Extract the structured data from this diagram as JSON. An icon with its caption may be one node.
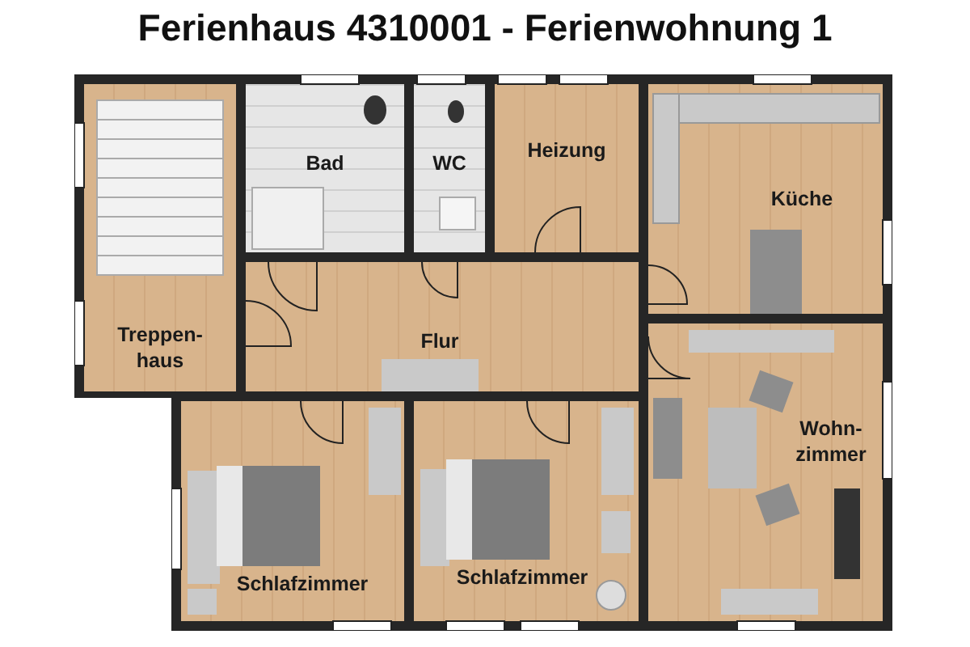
{
  "diagram": {
    "title": "Ferienhaus 4310001 - Ferienwohnung 1",
    "nodes": [
      {
        "text": [
          "Bad"
        ]
      },
      {
        "text": [
          "WC"
        ]
      },
      {
        "text": [
          "Heizung"
        ]
      },
      {
        "text": [
          "Küche"
        ]
      },
      {
        "text": [
          "Treppen- haus"
        ]
      },
      {
        "text": [
          "Flur"
        ]
      },
      {
        "text": [
          "Wohn- zimmer"
        ]
      },
      {
        "text": [
          "Schlafzimmer"
        ]
      },
      {
        "text": [
          "Schlafzimmer"
        ]
      }
    ],
    "edges": []
  }
}
